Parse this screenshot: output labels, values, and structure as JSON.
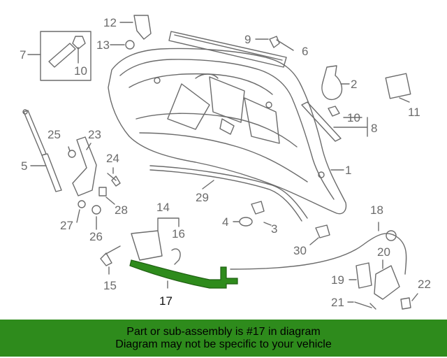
{
  "callouts": {
    "n1": "1",
    "n2": "2",
    "n3": "3",
    "n4": "4",
    "n5": "5",
    "n6": "6",
    "n7": "7",
    "n8": "8",
    "n9": "9",
    "n10a": "10",
    "n10b": "10",
    "n11": "11",
    "n12": "12",
    "n13": "13",
    "n14": "14",
    "n15": "15",
    "n16": "16",
    "n17": "17",
    "n18": "18",
    "n19": "19",
    "n20": "20",
    "n21": "21",
    "n22": "22",
    "n23": "23",
    "n24": "24",
    "n25": "25",
    "n26": "26",
    "n27": "27",
    "n28": "28",
    "n29": "29",
    "n30": "30"
  },
  "highlighted_part": "17",
  "footer": {
    "line1": "Part or sub-assembly is #17 in diagram",
    "line2": "Diagram may not be specific to your vehicle"
  },
  "colors": {
    "highlight": "#2e8b1c",
    "line_art": "#6b6b6b",
    "footer_bg": "#2e8b1c"
  }
}
